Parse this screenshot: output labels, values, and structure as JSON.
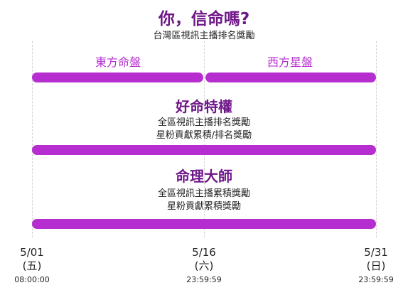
{
  "header": {
    "title": "你，信命嗎?",
    "subtitle": "台灣區視訊主播排名獎勵"
  },
  "stage1": {
    "segments": [
      {
        "label": "東方命盤"
      },
      {
        "label": "西方星盤"
      }
    ]
  },
  "stage2": {
    "title": "好命特權",
    "lines": [
      "全區視訊主播排名獎勵",
      "星粉貢獻累積/排名獎勵"
    ]
  },
  "stage3": {
    "title": "命理大師",
    "lines": [
      "全區視訊主播累積獎勵",
      "星粉貢獻累積獎勵"
    ]
  },
  "timeline": {
    "ticks": [
      {
        "date": "5/01",
        "weekday": "(五)",
        "time": "08:00:00"
      },
      {
        "date": "5/16",
        "weekday": "(六)",
        "time": "23:59:59"
      },
      {
        "date": "5/31",
        "weekday": "(日)",
        "time": "23:59:59"
      }
    ]
  },
  "colors": {
    "bar": "#b62ed0",
    "title": "#6f1788",
    "segment_label": "#b62ed0"
  }
}
